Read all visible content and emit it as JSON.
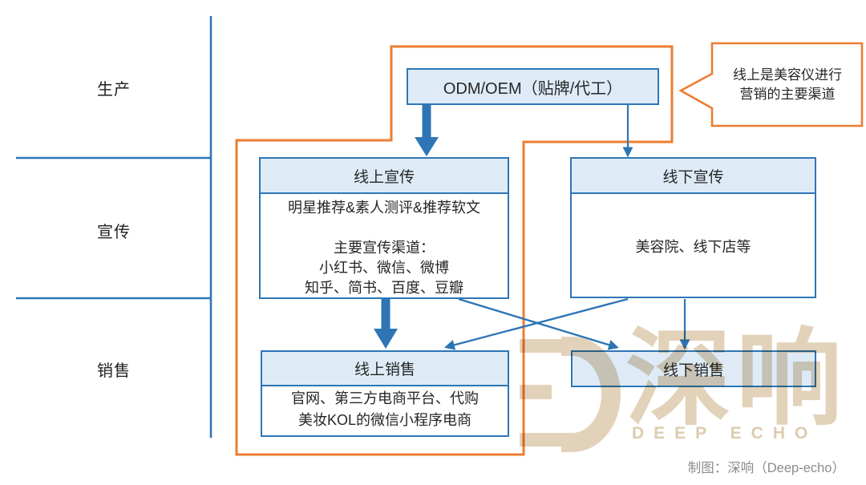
{
  "rows": {
    "production": "生产",
    "promotion": "宣传",
    "sales": "销售"
  },
  "boxes": {
    "odm": {
      "title": "ODM/OEM（贴牌/代工）"
    },
    "online_promotion": {
      "title": "线上宣传",
      "lines": [
        "明星推荐&素人测评&推荐软文",
        "",
        "主要宣传渠道：",
        "小红书、微信、微博",
        "知乎、简书、百度、豆瓣"
      ]
    },
    "offline_promotion": {
      "title": "线下宣传",
      "body": "美容院、线下店等"
    },
    "online_sales": {
      "title": "线上销售",
      "lines": [
        "官网、第三方电商平台、代购",
        "美妆KOL的微信小程序电商"
      ]
    },
    "offline_sales": {
      "title": "线下销售"
    }
  },
  "callout": {
    "lines": [
      "线上是美容仪进行",
      "营销的主要渠道"
    ]
  },
  "watermark": {
    "cn": "深响",
    "en": "DEEP ECHO"
  },
  "caption": {
    "text": "制图：深响（Deep-echo）"
  },
  "colors": {
    "blue": "#2E75B6",
    "box_fill": "#DEEBF7",
    "orange": "#ED7D31",
    "text": "#262626",
    "caption_gray": "#8C8C8C",
    "watermark_tan": "#E3D2BA"
  }
}
